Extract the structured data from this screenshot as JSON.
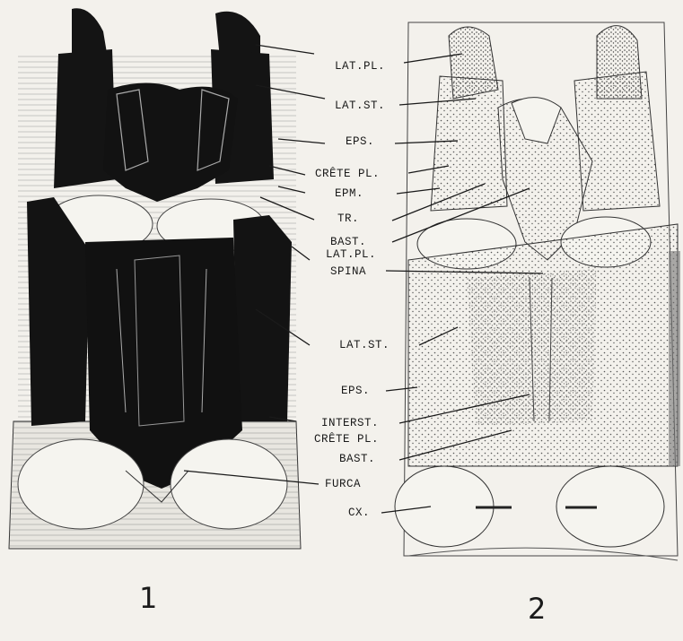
{
  "figure_numbers": {
    "left": "1",
    "right": "2"
  },
  "labels": {
    "lat_pl_top": "LAT.PL.",
    "lat_st_top": "LAT.ST.",
    "eps_top": "EPS.",
    "crete_pl_top": "CRÊTE PL.",
    "epm": "EPM.",
    "tr": "TR.",
    "bast_top": "BAST.",
    "lat_pl_mid": "LAT.PL.",
    "spina": "SPINA",
    "lat_st_mid": "LAT.ST.",
    "eps_mid": "EPS.",
    "interst": "INTERST.",
    "crete_pl_mid": "CRÊTE PL.",
    "bast_mid": "BAST.",
    "furca": "FURCA",
    "cx": "CX."
  },
  "colors": {
    "ink": "#1a1a1a",
    "paper": "#f3f1ec",
    "stipple": "#555555"
  }
}
